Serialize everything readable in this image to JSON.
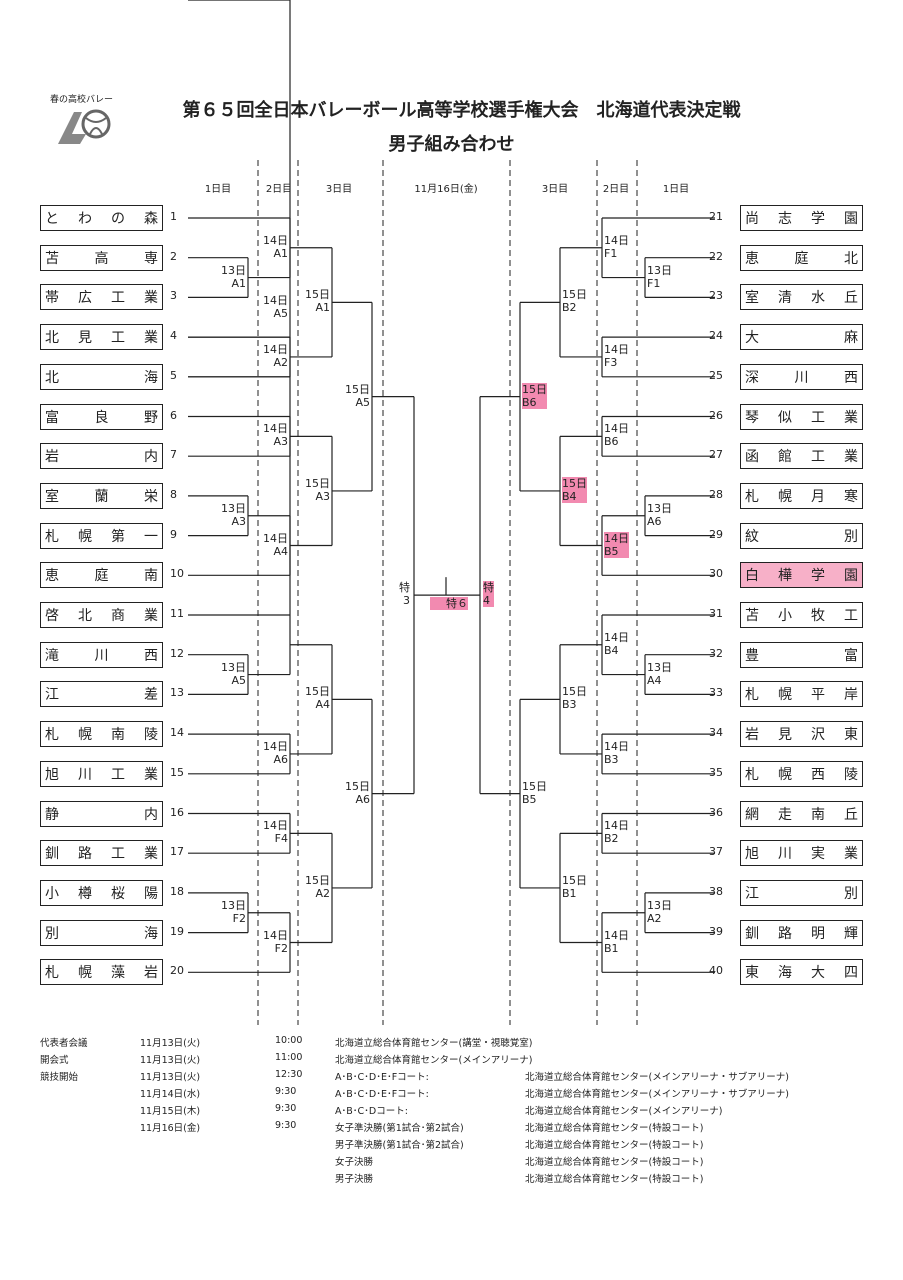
{
  "logo": {
    "text": "春の高校バレー",
    "icon": "volleyball-logo-icon"
  },
  "title": "第６５回全日本バレーボール高等学校選手権大会　北海道代表決定戦",
  "subtitle": "男子組み合わせ",
  "day_labels": {
    "day1_left": "1日目",
    "day2_left": "2日目",
    "day3_left": "3日目",
    "final": "11月16日(金)",
    "day3_right": "3日目",
    "day2_right": "2日目",
    "day1_right": "1日目"
  },
  "left_teams": [
    {
      "seed": "1",
      "name": "とわの森"
    },
    {
      "seed": "2",
      "name": "苫高専"
    },
    {
      "seed": "3",
      "name": "帯広工業"
    },
    {
      "seed": "4",
      "name": "北見工業"
    },
    {
      "seed": "5",
      "name": "北海"
    },
    {
      "seed": "6",
      "name": "富良野"
    },
    {
      "seed": "7",
      "name": "岩内"
    },
    {
      "seed": "8",
      "name": "室蘭栄"
    },
    {
      "seed": "9",
      "name": "札幌第一"
    },
    {
      "seed": "10",
      "name": "恵庭南"
    },
    {
      "seed": "11",
      "name": "啓北商業"
    },
    {
      "seed": "12",
      "name": "滝川西"
    },
    {
      "seed": "13",
      "name": "江差"
    },
    {
      "seed": "14",
      "name": "札幌南陵"
    },
    {
      "seed": "15",
      "name": "旭川工業"
    },
    {
      "seed": "16",
      "name": "静内"
    },
    {
      "seed": "17",
      "name": "釧路工業"
    },
    {
      "seed": "18",
      "name": "小樽桜陽"
    },
    {
      "seed": "19",
      "name": "別海"
    },
    {
      "seed": "20",
      "name": "札幌藻岩"
    }
  ],
  "right_teams": [
    {
      "seed": "21",
      "name": "尚志学園"
    },
    {
      "seed": "22",
      "name": "恵庭北"
    },
    {
      "seed": "23",
      "name": "室清水丘"
    },
    {
      "seed": "24",
      "name": "大麻"
    },
    {
      "seed": "25",
      "name": "深川西"
    },
    {
      "seed": "26",
      "name": "琴似工業"
    },
    {
      "seed": "27",
      "name": "函館工業"
    },
    {
      "seed": "28",
      "name": "札幌月寒"
    },
    {
      "seed": "29",
      "name": "紋別"
    },
    {
      "seed": "30",
      "name": "白樺学園"
    },
    {
      "seed": "31",
      "name": "苫小牧工"
    },
    {
      "seed": "32",
      "name": "豊富"
    },
    {
      "seed": "33",
      "name": "札幌平岸"
    },
    {
      "seed": "34",
      "name": "岩見沢東"
    },
    {
      "seed": "35",
      "name": "札幌西陵"
    },
    {
      "seed": "36",
      "name": "網走南丘"
    },
    {
      "seed": "37",
      "name": "旭川実業"
    },
    {
      "seed": "38",
      "name": "江別"
    },
    {
      "seed": "39",
      "name": "釧路明輝"
    },
    {
      "seed": "40",
      "name": "東海大四"
    }
  ],
  "matches": {
    "L_A1_13": [
      "13日",
      "A1"
    ],
    "L_A5_13": [
      "13日",
      "A5"
    ],
    "L_A3_13": [
      "13日",
      "A3"
    ],
    "L_F2_13": [
      "13日",
      "F2"
    ],
    "L_A1_14": [
      "14日",
      "A1"
    ],
    "L_A2_14": [
      "14日",
      "A2"
    ],
    "L_A3_14": [
      "14日",
      "A3"
    ],
    "L_A4_14": [
      "14日",
      "A4"
    ],
    "L_A5_14": [
      "14日",
      "A5"
    ],
    "L_A6_14": [
      "14日",
      "A6"
    ],
    "L_F4_14": [
      "14日",
      "F4"
    ],
    "L_F2_14": [
      "14日",
      "F2"
    ],
    "L_A1_15": [
      "15日",
      "A1"
    ],
    "L_A3_15": [
      "15日",
      "A3"
    ],
    "L_A4_15": [
      "15日",
      "A4"
    ],
    "L_A2_15": [
      "15日",
      "A2"
    ],
    "L_A5_15b": [
      "15日",
      "A5"
    ],
    "L_A6_15b": [
      "15日",
      "A6"
    ],
    "semi_left": [
      "特",
      "3"
    ],
    "final": [
      "特６"
    ],
    "semi_right": [
      "特",
      "4"
    ],
    "R_B6_15b": [
      "15日",
      "B6"
    ],
    "R_B5_15b": [
      "15日",
      "B5"
    ],
    "R_B2_15": [
      "15日",
      "B2"
    ],
    "R_B4_15": [
      "15日",
      "B4"
    ],
    "R_B3_15": [
      "15日",
      "B3"
    ],
    "R_B1_15": [
      "15日",
      "B1"
    ],
    "R_F1_14": [
      "14日",
      "F1"
    ],
    "R_F3_14": [
      "14日",
      "F3"
    ],
    "R_B6_14": [
      "14日",
      "B6"
    ],
    "R_B5_14": [
      "14日",
      "B5"
    ],
    "R_B4_14": [
      "14日",
      "B4"
    ],
    "R_B3_14": [
      "14日",
      "B3"
    ],
    "R_B2_14": [
      "14日",
      "B2"
    ],
    "R_B1_14": [
      "14日",
      "B1"
    ],
    "R_F1_13": [
      "13日",
      "F1"
    ],
    "R_A6_13": [
      "13日",
      "A6"
    ],
    "R_A4_13": [
      "13日",
      "A4"
    ],
    "R_A2_13": [
      "13日",
      "A2"
    ]
  },
  "schedule": [
    {
      "event": "代表者会議",
      "date": "11月13日(火)",
      "time": "10:00",
      "detail": "北海道立総合体育館センター(講堂・視聴覚室)",
      "venue": ""
    },
    {
      "event": "開会式",
      "date": "11月13日(火)",
      "time": "11:00",
      "detail": "北海道立総合体育館センター(メインアリーナ)",
      "venue": ""
    },
    {
      "event": "競技開始",
      "date": "11月13日(火)",
      "time": "12:30",
      "detail": "A･B･C･D･E･Fコート:",
      "venue": "北海道立総合体育館センター(メインアリーナ・サブアリーナ)"
    },
    {
      "event": "",
      "date": "11月14日(水)",
      "time": "9:30",
      "detail": "A･B･C･D･E･Fコート:",
      "venue": "北海道立総合体育館センター(メインアリーナ・サブアリーナ)"
    },
    {
      "event": "",
      "date": "11月15日(木)",
      "time": "9:30",
      "detail": "A･B･C･Dコート:",
      "venue": "北海道立総合体育館センター(メインアリーナ)"
    },
    {
      "event": "",
      "date": "11月16日(金)",
      "time": "9:30",
      "detail": "女子準決勝(第1試合･第2試合)",
      "venue": "北海道立総合体育館センター(特設コート)"
    },
    {
      "event": "",
      "date": "",
      "time": "",
      "detail": "男子準決勝(第1試合･第2試合)",
      "venue": "北海道立総合体育館センター(特設コート)"
    },
    {
      "event": "",
      "date": "",
      "time": "",
      "detail": "女子決勝",
      "venue": "北海道立総合体育館センター(特設コート)"
    },
    {
      "event": "",
      "date": "",
      "time": "",
      "detail": "男子決勝",
      "venue": "北海道立総合体育館センター(特設コート)"
    }
  ],
  "highlight_color": "#f28ab0"
}
